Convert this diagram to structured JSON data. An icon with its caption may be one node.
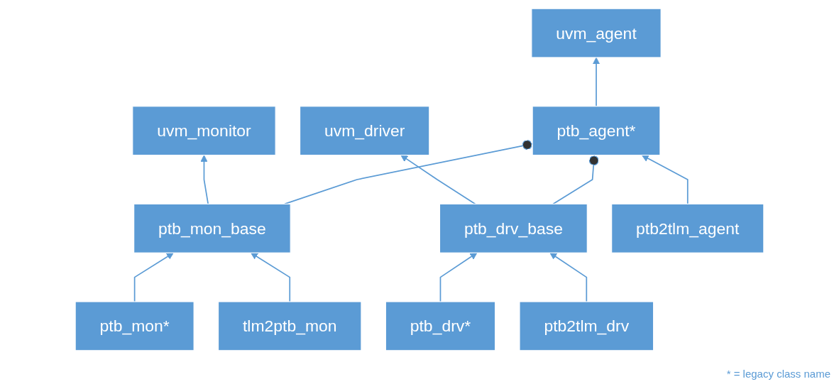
{
  "diagram": {
    "nodes": [
      {
        "text": [
          "uvm_agent"
        ]
      },
      {
        "text": [
          "uvm_monitor"
        ]
      },
      {
        "text": [
          "uvm_driver"
        ]
      },
      {
        "text": [
          "ptb_agent*"
        ]
      },
      {
        "text": [
          "ptb_mon_base"
        ]
      },
      {
        "text": [
          "ptb_drv_base"
        ]
      },
      {
        "text": [
          "ptb2tlm_agent"
        ]
      },
      {
        "text": [
          "ptb_mon*"
        ]
      },
      {
        "text": [
          "tlm2ptb_mon"
        ]
      },
      {
        "text": [
          "ptb_drv*"
        ]
      },
      {
        "text": [
          "ptb2tlm_drv"
        ]
      }
    ],
    "edges": [
      {
        "from": 3,
        "to": 0,
        "arrow": "to"
      },
      {
        "from": 4,
        "to": 1,
        "arrow": "to"
      },
      {
        "from": 5,
        "to": 2,
        "arrow": "to"
      },
      {
        "from": 6,
        "to": 3,
        "arrow": "to"
      },
      {
        "from": 4,
        "to": 3,
        "arrow": "other"
      },
      {
        "from": 5,
        "to": 3,
        "arrow": "other"
      },
      {
        "from": 7,
        "to": 4,
        "arrow": "to"
      },
      {
        "from": 8,
        "to": 4,
        "arrow": "to"
      },
      {
        "from": 9,
        "to": 5,
        "arrow": "to"
      },
      {
        "from": 10,
        "to": 5,
        "arrow": "to"
      }
    ],
    "labels": [
      "* = legacy class name"
    ]
  }
}
